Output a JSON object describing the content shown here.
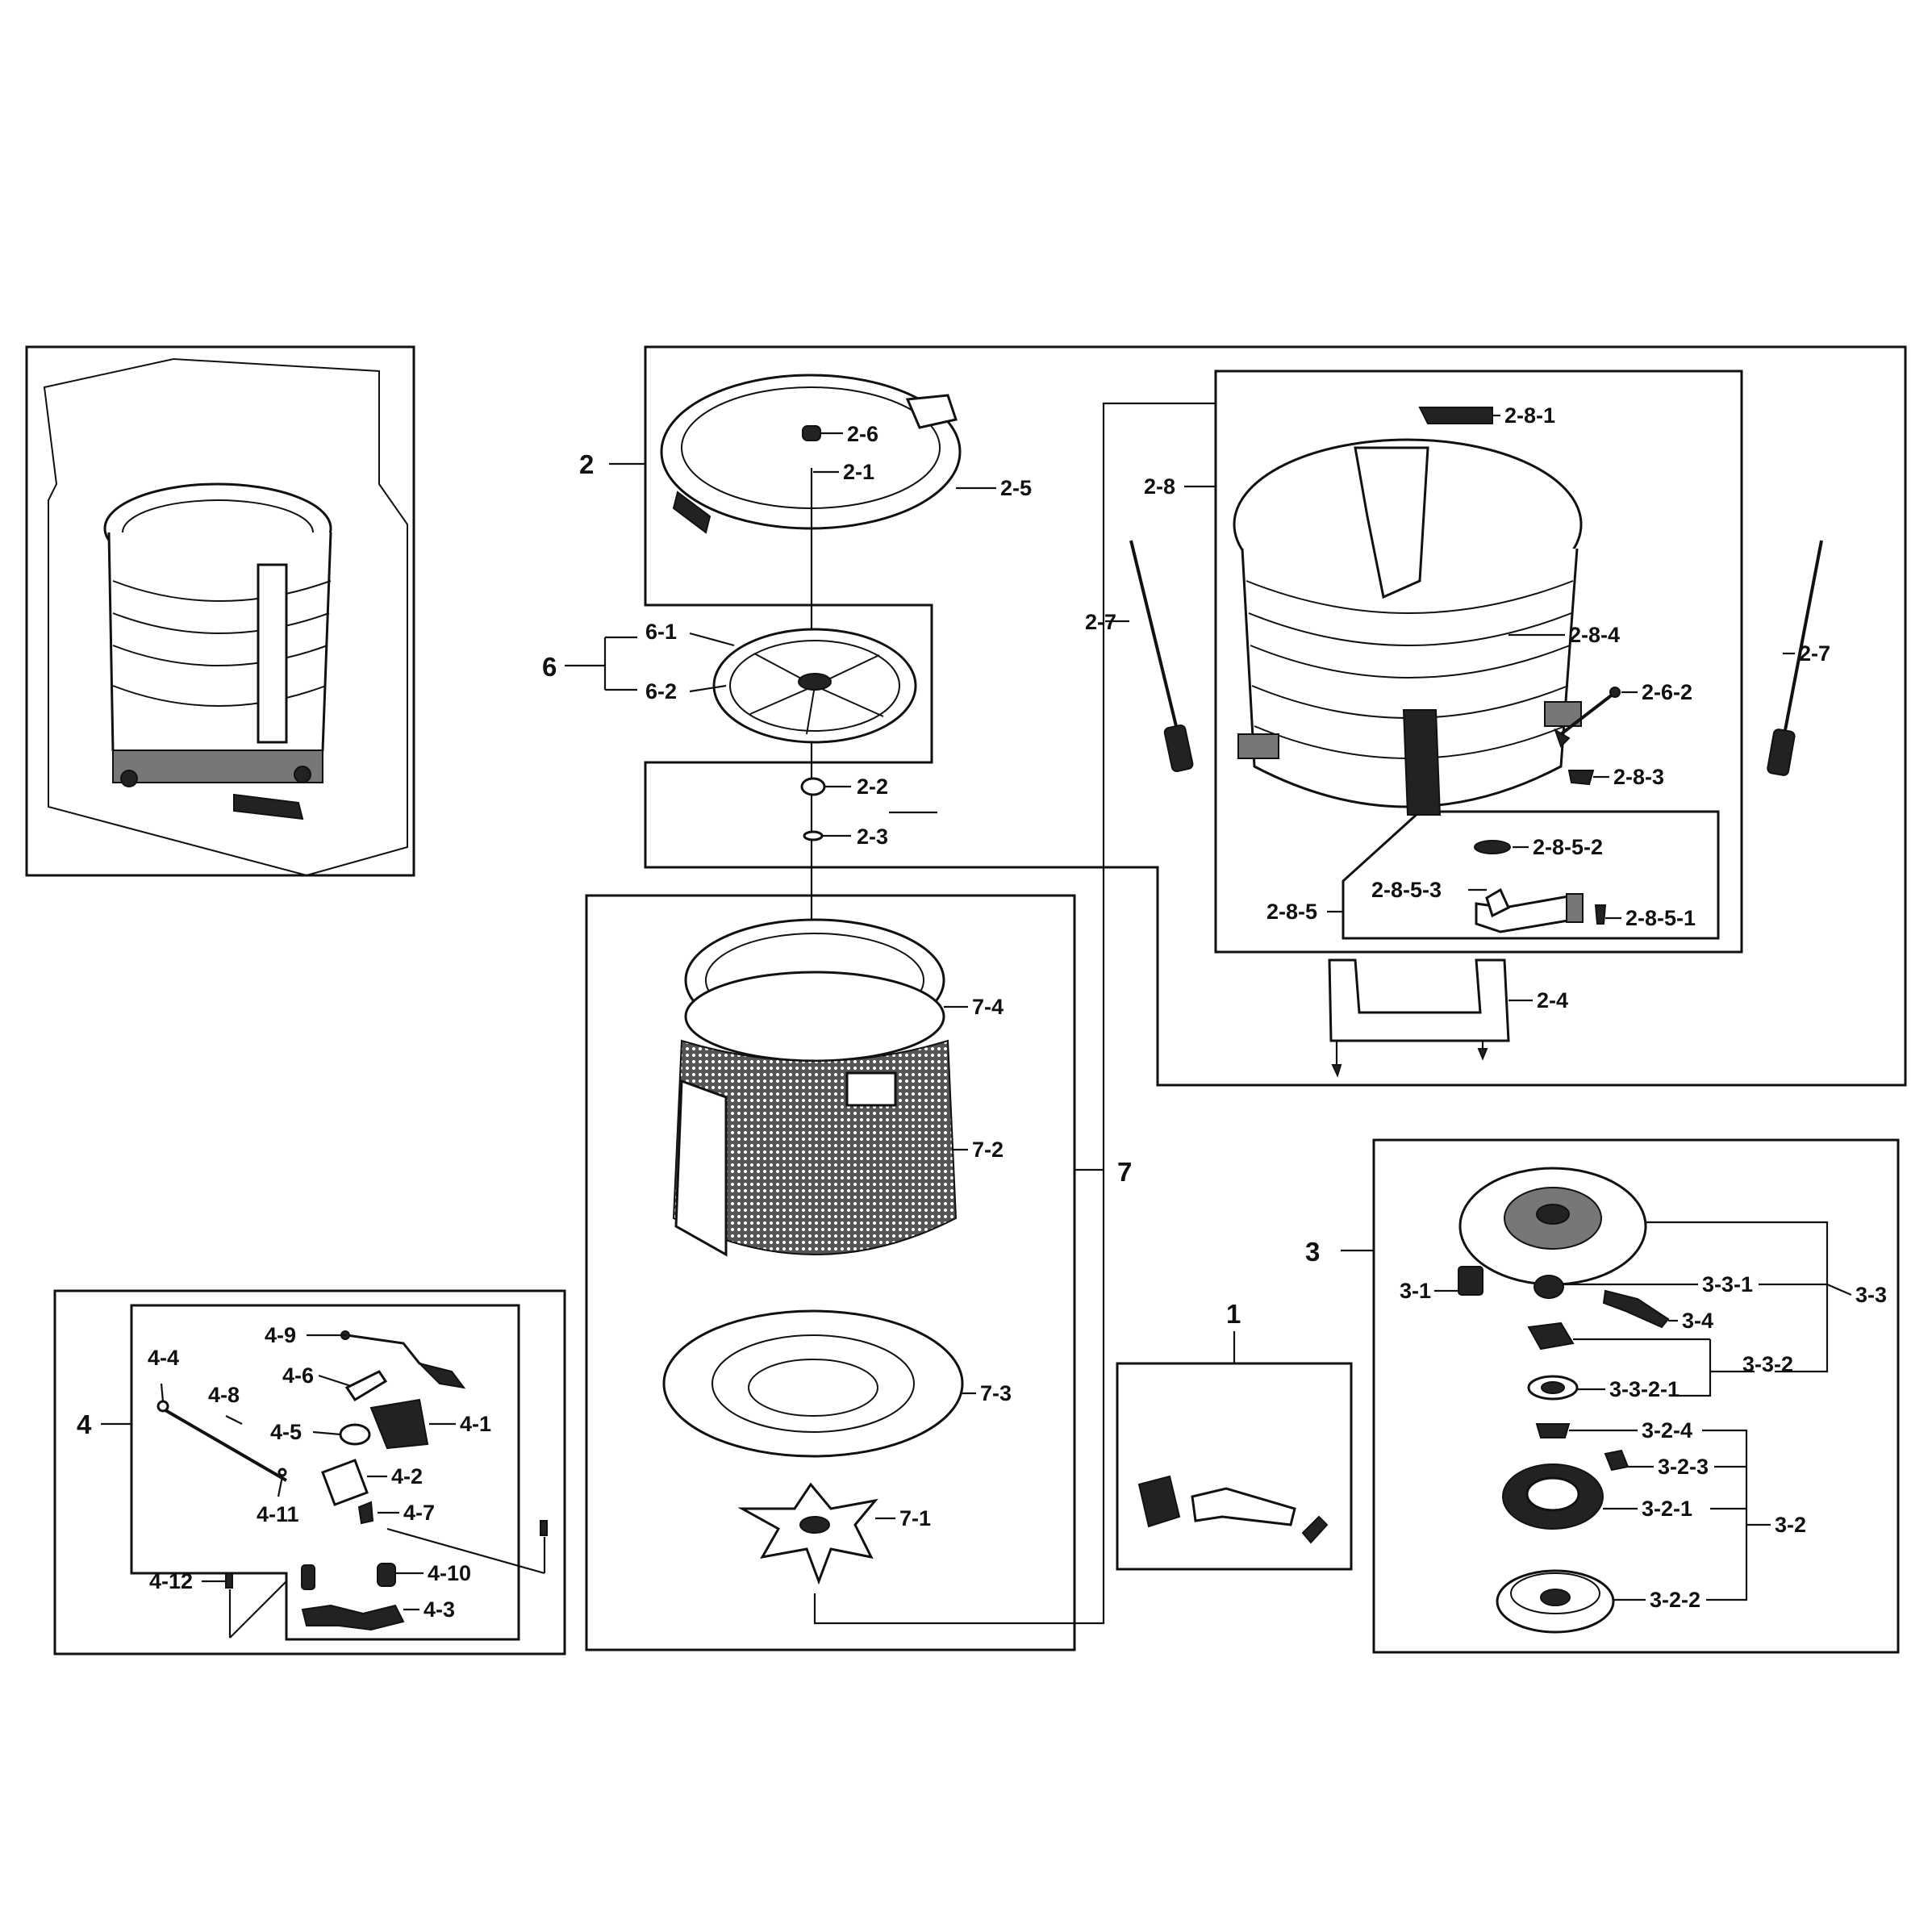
{
  "callouts": {
    "g1": "1",
    "g2": "2",
    "g3": "3",
    "g4": "4",
    "g6": "6",
    "g7": "7",
    "c2_1": "2-1",
    "c2_2": "2-2",
    "c2_3": "2-3",
    "c2_4": "2-4",
    "c2_5": "2-5",
    "c2_6": "2-6",
    "c2_6_2": "2-6-2",
    "c2_7a": "2-7",
    "c2_7b": "2-7",
    "c2_8": "2-8",
    "c2_8_1": "2-8-1",
    "c2_8_3": "2-8-3",
    "c2_8_4": "2-8-4",
    "c2_8_5": "2-8-5",
    "c2_8_5_1": "2-8-5-1",
    "c2_8_5_2": "2-8-5-2",
    "c2_8_5_3": "2-8-5-3",
    "c3_1": "3-1",
    "c3_2": "3-2",
    "c3_2_1": "3-2-1",
    "c3_2_2": "3-2-2",
    "c3_2_3": "3-2-3",
    "c3_2_4": "3-2-4",
    "c3_3": "3-3",
    "c3_3_1": "3-3-1",
    "c3_3_2": "3-3-2",
    "c3_3_2_1": "3-3-2-1",
    "c3_4": "3-4",
    "c4_1": "4-1",
    "c4_2": "4-2",
    "c4_3": "4-3",
    "c4_4": "4-4",
    "c4_5": "4-5",
    "c4_6": "4-6",
    "c4_7": "4-7",
    "c4_8": "4-8",
    "c4_9": "4-9",
    "c4_10": "4-10",
    "c4_11": "4-11",
    "c4_12": "4-12",
    "c6_1": "6-1",
    "c6_2": "6-2",
    "c7_1": "7-1",
    "c7_2": "7-2",
    "c7_3": "7-3",
    "c7_4": "7-4"
  }
}
